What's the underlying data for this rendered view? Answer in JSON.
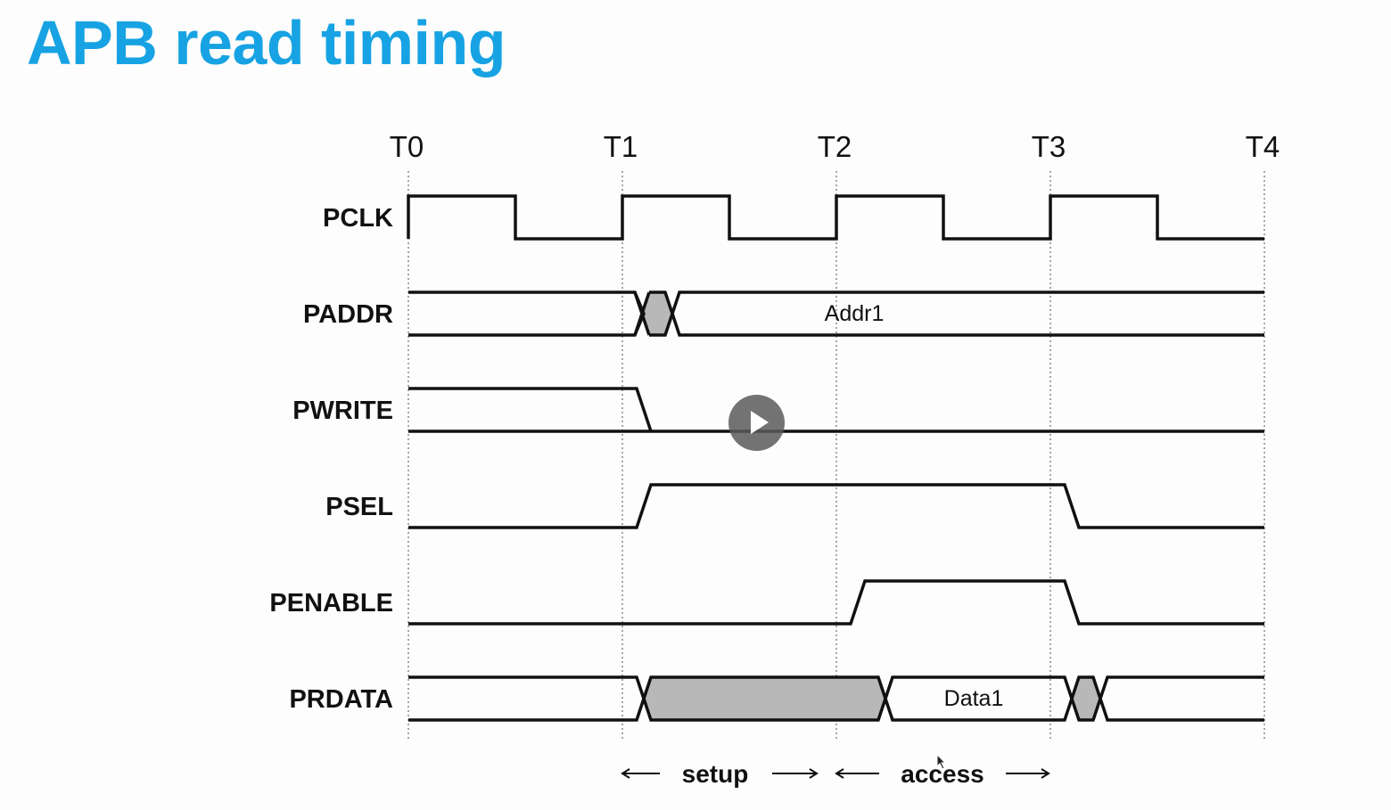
{
  "title": "APB read timing",
  "clock_labels": [
    "T0",
    "T1",
    "T2",
    "T3",
    "T4"
  ],
  "signals": [
    "PCLK",
    "PADDR",
    "PWRITE",
    "PSEL",
    "PENABLE",
    "PRDATA"
  ],
  "bus_values": {
    "paddr": "Addr1",
    "prdata": "Data1"
  },
  "phases": {
    "setup": "setup",
    "access": "access"
  },
  "colors": {
    "title": "#17a3e3",
    "trace": "#111111",
    "undefined_fill": "#b8b8b8",
    "guide": "#777777"
  },
  "icons": {
    "player": "play-icon",
    "pointer": "mouse-cursor-icon"
  }
}
